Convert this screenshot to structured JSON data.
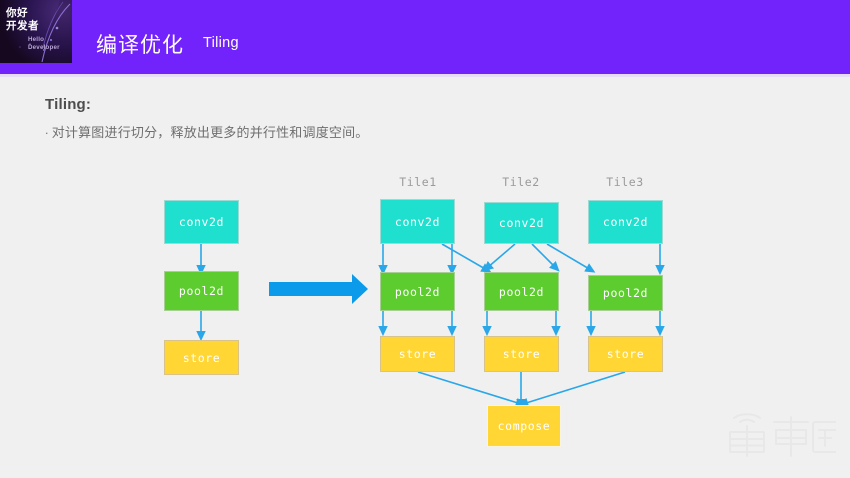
{
  "header": {
    "logo_cn_line1": "你好",
    "logo_cn_line2": "开发者",
    "logo_en_line1": "Hello",
    "logo_en_line2": "Developer",
    "title": "编译优化",
    "subtitle": "Tiling",
    "bg_color": "#7222fa",
    "text_color": "#ffffff"
  },
  "content": {
    "section_title": "Tiling:",
    "bullet_mark": "·",
    "bullet_text": "对计算图进行切分，释放出更多的并行性和调度空间。"
  },
  "diagram": {
    "colors": {
      "conv": "#1fdfce",
      "pool": "#5ccc2f",
      "store": "#ffd633",
      "compose": "#ffd633",
      "arrow": "#29a7e8",
      "big_arrow": "#0b9bea",
      "tile_label": "#9a9a9a"
    },
    "left_flow": {
      "nodes": [
        {
          "id": "conv2d",
          "label": "conv2d"
        },
        {
          "id": "pool2d",
          "label": "pool2d"
        },
        {
          "id": "store",
          "label": "store"
        }
      ]
    },
    "transform_arrow": "→",
    "tiles": [
      {
        "label": "Tile1",
        "nodes": [
          {
            "id": "conv2d",
            "label": "conv2d"
          },
          {
            "id": "pool2d",
            "label": "pool2d"
          },
          {
            "id": "store",
            "label": "store"
          }
        ]
      },
      {
        "label": "Tile2",
        "nodes": [
          {
            "id": "conv2d",
            "label": "conv2d"
          },
          {
            "id": "pool2d",
            "label": "pool2d"
          },
          {
            "id": "store",
            "label": "store"
          }
        ]
      },
      {
        "label": "Tile3",
        "nodes": [
          {
            "id": "conv2d",
            "label": "conv2d"
          },
          {
            "id": "pool2d",
            "label": "pool2d"
          },
          {
            "id": "store",
            "label": "store"
          }
        ]
      }
    ],
    "compose_node": {
      "id": "compose",
      "label": "compose"
    }
  },
  "watermark": {
    "text": "车东西"
  }
}
